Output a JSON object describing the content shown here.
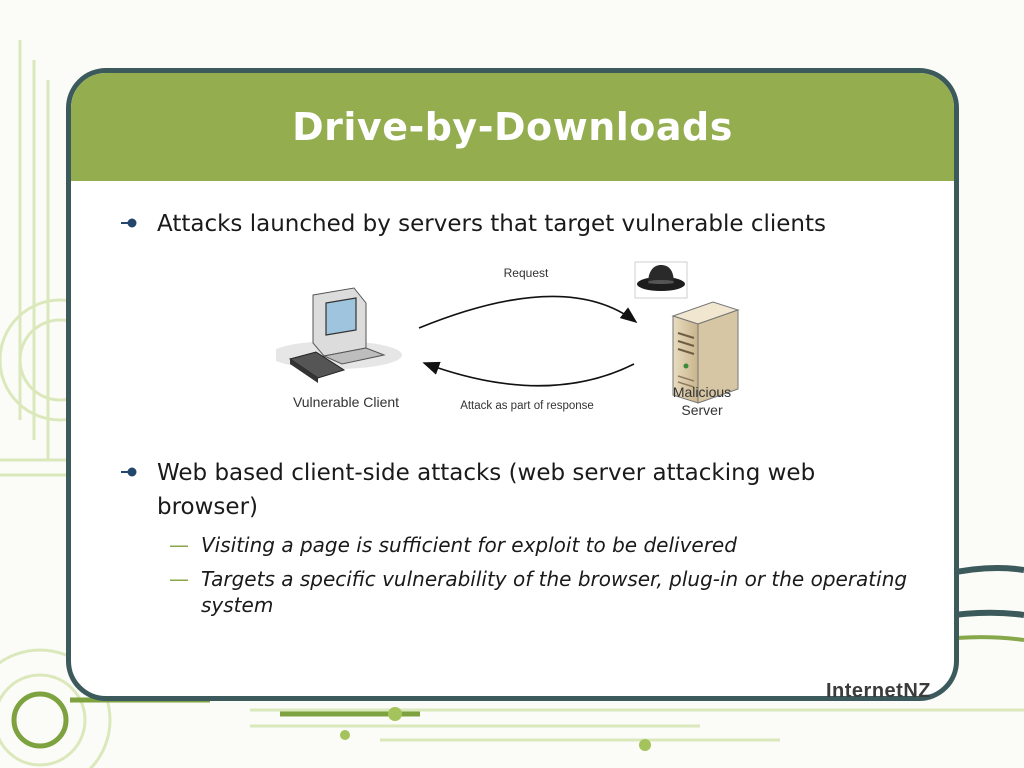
{
  "slide": {
    "title": "Drive-by-Downloads"
  },
  "bullets": [
    {
      "text": "Attacks launched by servers that target vulnerable clients"
    },
    {
      "text": "Web based client-side attacks (web server attacking web browser)",
      "subitems": [
        "Visiting a page is sufficient for exploit to be delivered",
        "Targets a specific vulnerability of the browser, plug-in or the operating system"
      ]
    }
  ],
  "diagram": {
    "client_label": "Vulnerable Client",
    "server_label_line1": "Malicious",
    "server_label_line2": "Server",
    "request_label": "Request",
    "response_label": "Attack as part of response"
  },
  "footer": {
    "logo_text": "InternetNZ"
  },
  "colors": {
    "title_bar": "#93ad4f",
    "panel_border": "#3c5a5c",
    "accent_green": "#8aa64a",
    "bullet_blue": "#23466b"
  },
  "icons": {
    "bullet": "bullet-dot-icon",
    "client": "desktop-computer-icon",
    "server": "server-tower-icon",
    "hat": "black-hat-icon"
  }
}
